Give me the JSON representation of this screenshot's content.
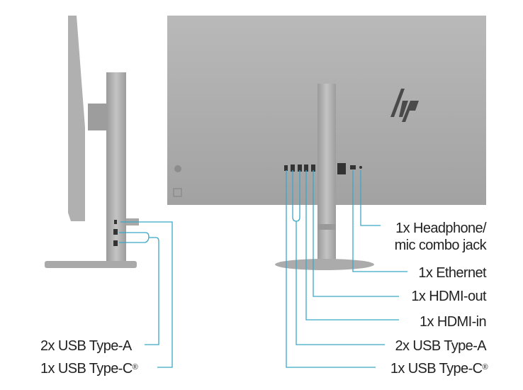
{
  "brand_logo": "hp",
  "colors": {
    "callout_line": "#3ba7c8",
    "monitor_gray": "#a8a8a8",
    "text": "#222222"
  },
  "side_view": {
    "labels": [
      {
        "text": "2x USB Type-A"
      },
      {
        "text": "1x USB Type-C",
        "mark": "®"
      }
    ]
  },
  "back_view": {
    "labels": [
      {
        "text": "1x Headphone/"
      },
      {
        "text": "mic combo jack"
      },
      {
        "text": "1x Ethernet"
      },
      {
        "text": "1x HDMI-out"
      },
      {
        "text": "1x HDMI-in"
      },
      {
        "text": "2x USB Type-A"
      },
      {
        "text": "1x USB Type-C",
        "mark": "®"
      }
    ]
  }
}
